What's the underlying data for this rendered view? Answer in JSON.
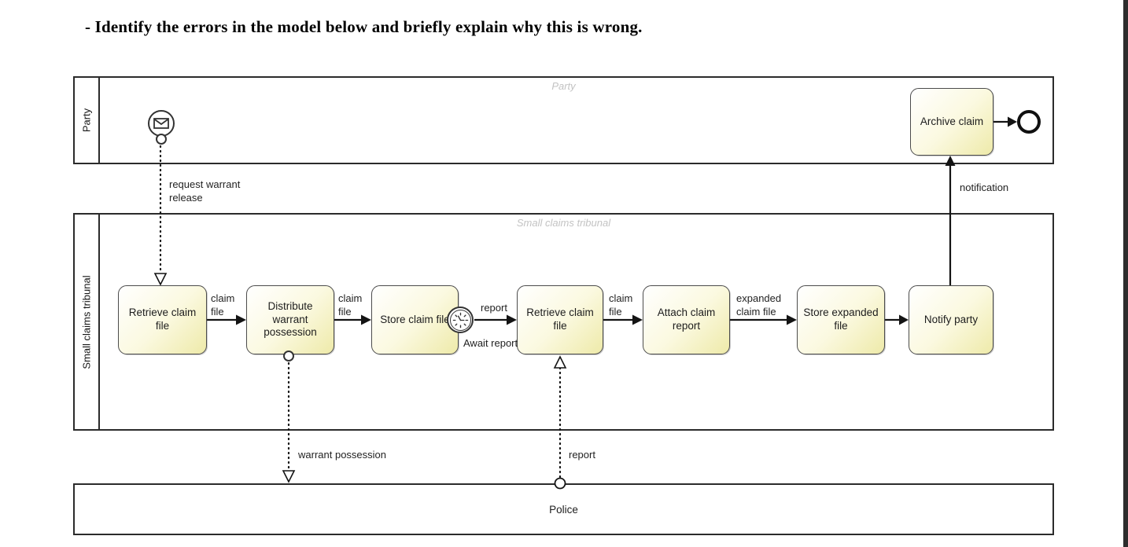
{
  "title": "- Identify the errors in the model below and briefly explain why this is wrong.",
  "diagram": {
    "pools": {
      "party": {
        "lane_label": "Party",
        "annotation": "Party"
      },
      "tribunal": {
        "lane_label": "Small claims tribunal",
        "annotation": "Small claims tribunal"
      },
      "police": {
        "label": "Police"
      }
    },
    "tasks": {
      "archive_claim": "Archive claim",
      "retrieve_claim_file_1": "Retrieve claim file",
      "distribute_warrant_possession": "Distribute warrant possession",
      "store_claim_file": "Store claim file",
      "retrieve_claim_file_2": "Retrieve claim file",
      "attach_claim_report": "Attach claim report",
      "store_expanded_file": "Store expanded file",
      "notify_party": "Notify party"
    },
    "events": {
      "timer_boundary_label": "Await report"
    },
    "flow_labels": {
      "request_warrant_release": "request warrant\nrelease",
      "claim_file_1": "claim\nfile",
      "claim_file_2": "claim\nfile",
      "report_seq": "report",
      "claim_file_3": "claim\nfile",
      "expanded_claim_file": "expanded\nclaim file",
      "notification": "notification",
      "warrant_possession": "warrant possession",
      "report_msg": "report"
    },
    "colors": {
      "task_fill_top": "#ffffff",
      "task_fill_bottom": "#eeeaa9",
      "task_border": "#4c4c4c",
      "pool_border": "#2b2b2b",
      "flow_line": "#141414",
      "annotation_gray": "#c3c3c3"
    }
  }
}
